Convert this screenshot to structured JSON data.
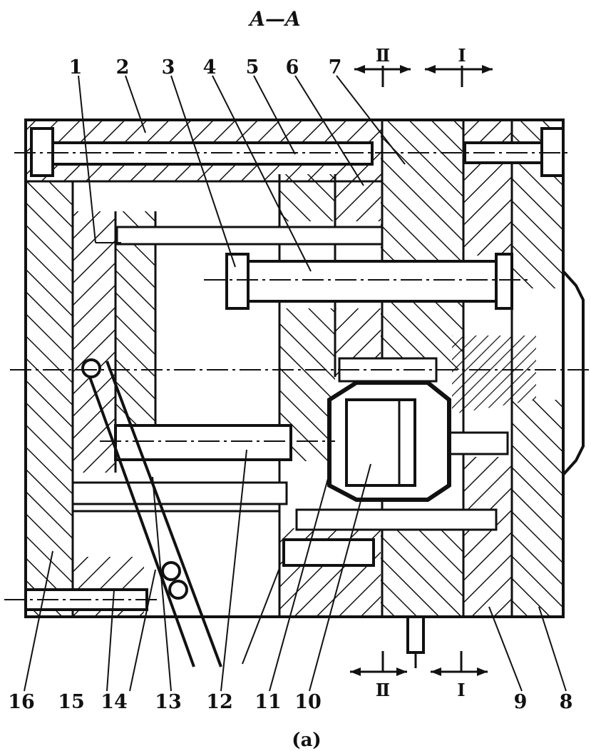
{
  "title": "A—A",
  "caption": "(a)",
  "section_marks": {
    "top": [
      "Ⅱ",
      "Ⅰ"
    ],
    "bottom": [
      "Ⅱ",
      "Ⅰ"
    ]
  },
  "part_labels": {
    "top": [
      "1",
      "2",
      "3",
      "4",
      "5",
      "6",
      "7"
    ],
    "bottom": [
      "16",
      "15",
      "14",
      "13",
      "12",
      "11",
      "10",
      "9",
      "8"
    ]
  },
  "colors": {
    "ink": "#111111",
    "paper": "#ffffff"
  }
}
